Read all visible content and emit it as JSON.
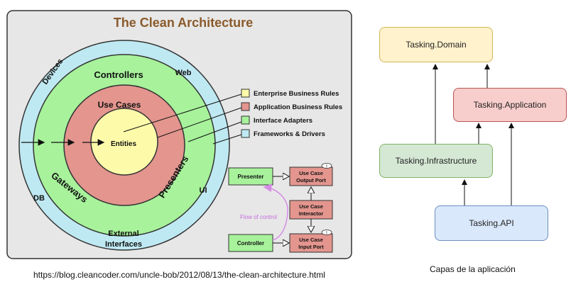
{
  "clean_architecture": {
    "title": "The Clean Architecture",
    "rings": {
      "outer": [
        "Devices",
        "Web",
        "DB",
        "UI",
        "External",
        "Interfaces"
      ],
      "adapters": [
        "Controllers",
        "Gateways",
        "Presenters"
      ],
      "use_cases": "Use Cases",
      "entities": "Entities"
    },
    "legend": [
      {
        "label": "Enterprise Business Rules",
        "color": "#fdfbaa"
      },
      {
        "label": "Application Business Rules",
        "color": "#e3958e"
      },
      {
        "label": "Interface Adapters",
        "color": "#a7f29b"
      },
      {
        "label": "Frameworks & Drivers",
        "color": "#bfe9f2"
      }
    ],
    "flow": {
      "presenter": "Presenter",
      "controller": "Controller",
      "output_port": [
        "Use Case",
        "Output Port"
      ],
      "interactor": [
        "Use Case",
        "Interactor"
      ],
      "input_port": [
        "Use Case",
        "Input Port"
      ],
      "flow_of_control": "Flow of control",
      "marker_output": "I",
      "marker_input": "I"
    },
    "source_url": "https://blog.cleancoder.com/uncle-bob/2012/08/13/the-clean-architecture.html"
  },
  "layers": {
    "domain": "Tasking.Domain",
    "application": "Tasking.Application",
    "infrastructure": "Tasking.Infrastructure",
    "api": "Tasking.API",
    "caption": "Capas de la aplicación",
    "colors": {
      "domain_fill": "#fff2cc",
      "domain_border": "#d6b656",
      "application_fill": "#f8cecc",
      "application_border": "#b85450",
      "infrastructure_fill": "#d5e8d4",
      "infrastructure_border": "#82b366",
      "api_fill": "#dae8fc",
      "api_border": "#6c8ebf"
    }
  }
}
